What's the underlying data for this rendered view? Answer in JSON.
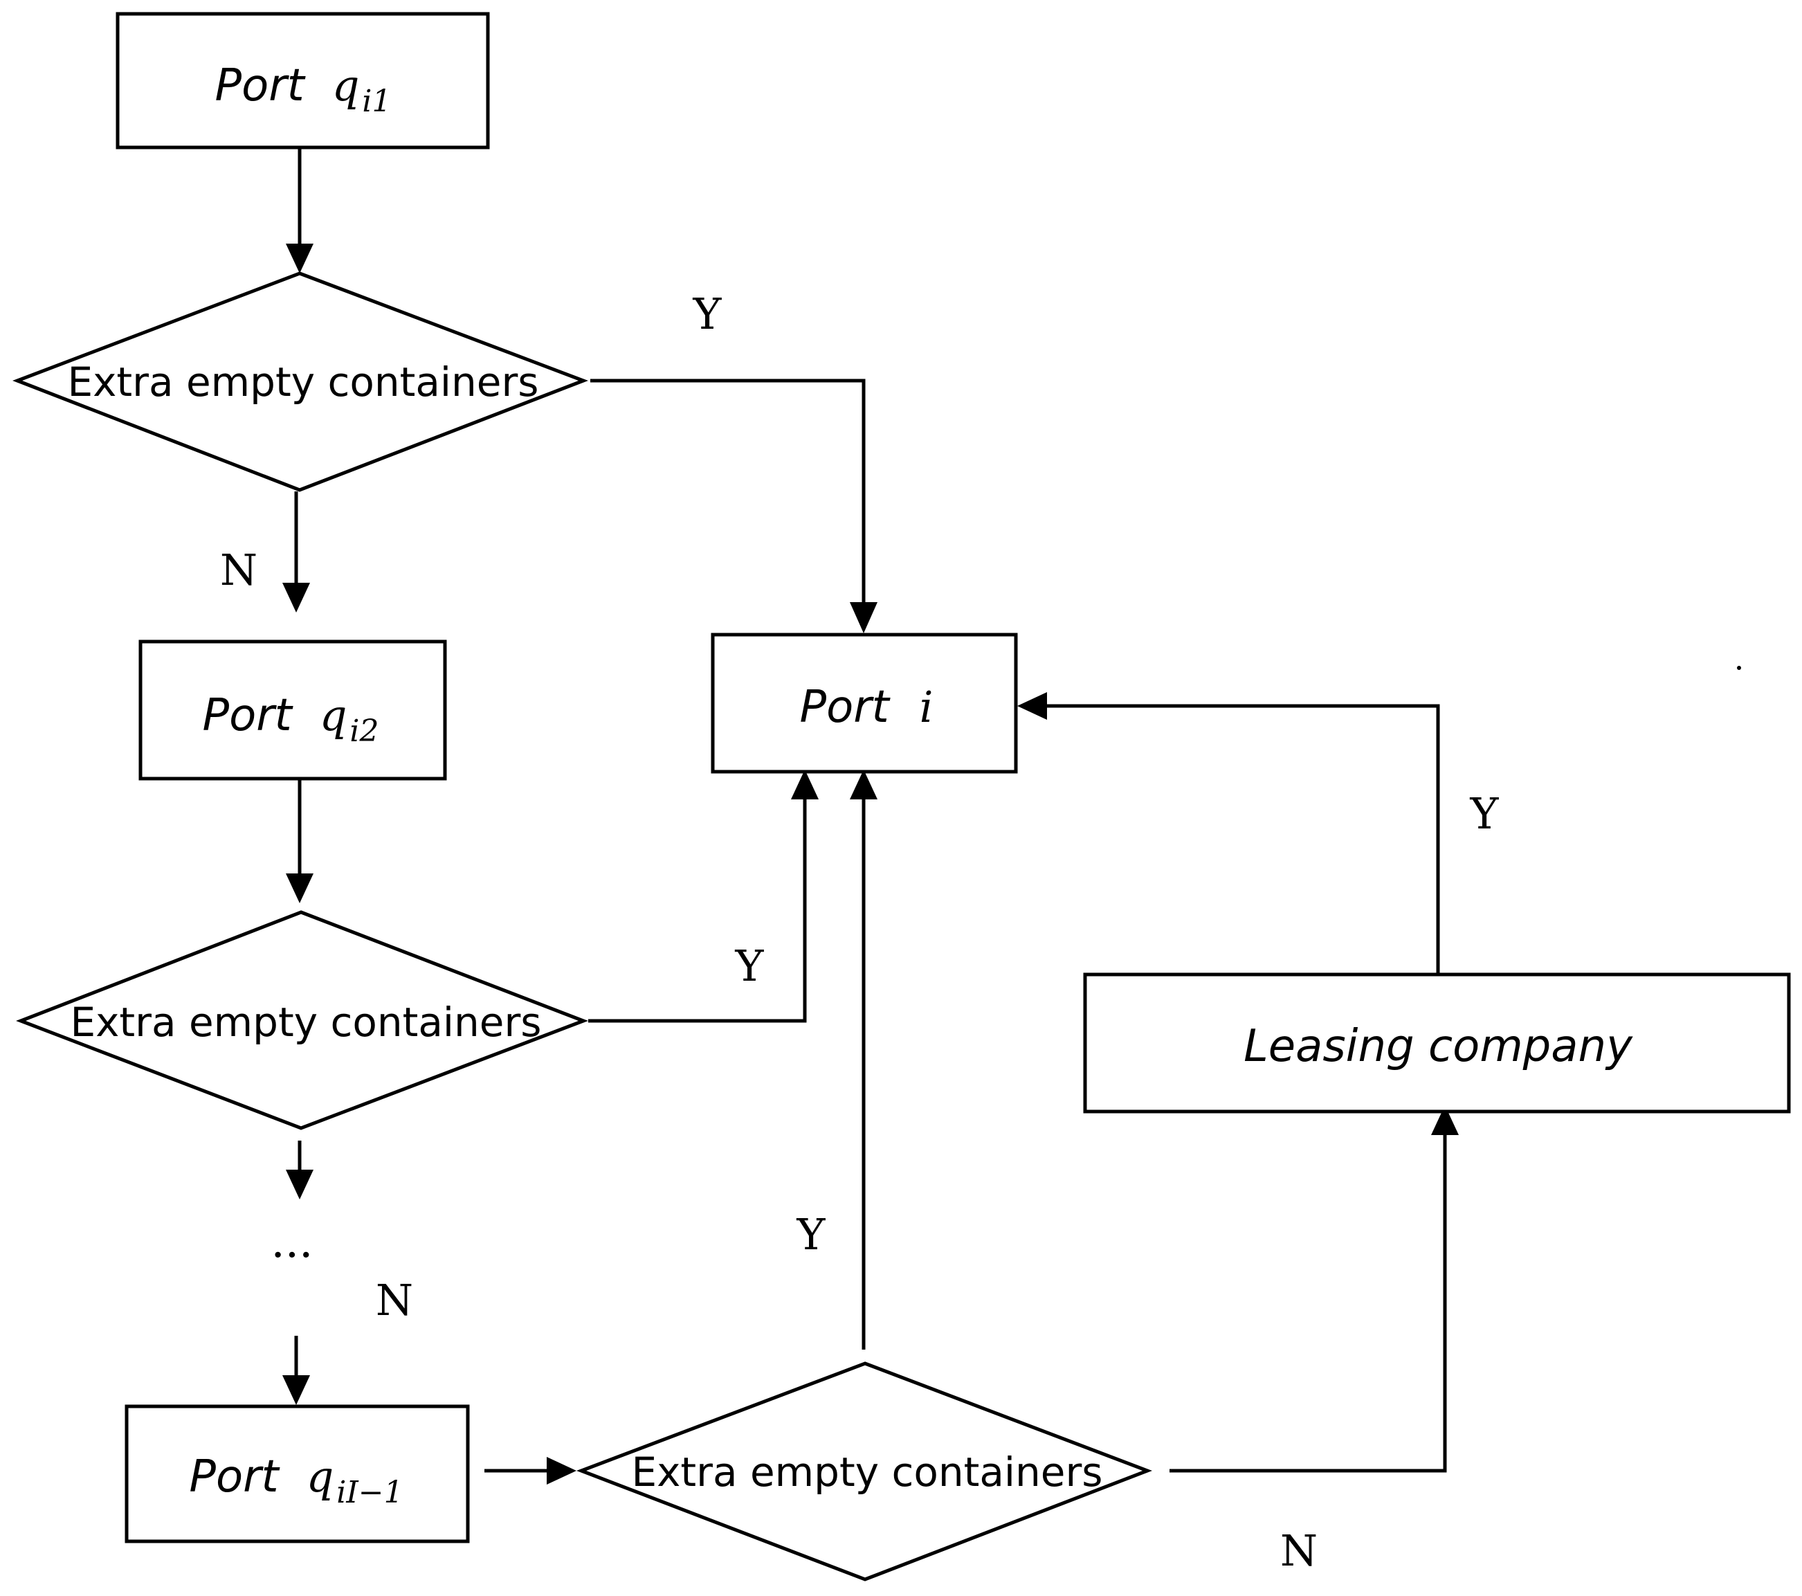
{
  "nodes": {
    "port_q1": {
      "label": "Port",
      "var": "q",
      "sub": "i1"
    },
    "port_q2": {
      "label": "Port",
      "var": "q",
      "sub": "i2"
    },
    "port_qI1": {
      "label": "Port",
      "var": "q",
      "sub": "iI−1"
    },
    "port_i": {
      "label": "Port",
      "var": "i"
    },
    "leasing": {
      "label": "Leasing company"
    },
    "decision1": {
      "label": "Extra empty containers"
    },
    "decision2": {
      "label": "Extra empty containers"
    },
    "decision3": {
      "label": "Extra empty containers"
    },
    "ellipsis": "···"
  },
  "edge_labels": {
    "d1_yes": "Y",
    "d1_no": "N",
    "d2_yes": "Y",
    "d2_no": "N",
    "d3_yes": "Y",
    "d3_no": "N",
    "leasing_yes": "Y"
  }
}
